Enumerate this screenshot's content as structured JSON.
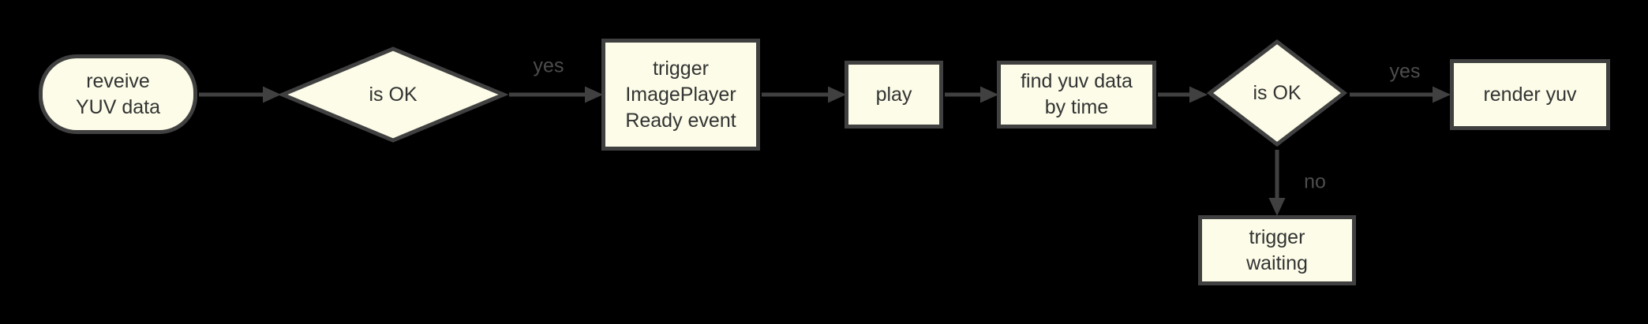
{
  "diagram": {
    "type": "flowchart",
    "colors": {
      "background": "#000000",
      "node_fill": "#FCFCE8",
      "node_border": "#404040",
      "node_text": "#333333",
      "edge": "#404040",
      "edge_label": "#4D4D4D"
    },
    "nodes": {
      "receive_yuv": {
        "shape": "stadium",
        "label": "reveive\nYUV data"
      },
      "is_ok_1": {
        "shape": "diamond",
        "label": "is OK"
      },
      "trigger_ready": {
        "shape": "rect",
        "label": "trigger\nImagePlayer\nReady event"
      },
      "play": {
        "shape": "rect",
        "label": "play"
      },
      "find_yuv": {
        "shape": "rect",
        "label": "find yuv data\nby time"
      },
      "is_ok_2": {
        "shape": "diamond",
        "label": "is OK"
      },
      "render_yuv": {
        "shape": "rect",
        "label": "render yuv"
      },
      "trigger_waiting": {
        "shape": "rect",
        "label": "trigger\nwaiting"
      }
    },
    "edge_labels": {
      "yes_1": "yes",
      "yes_2": "yes",
      "no_1": "no"
    },
    "edges": [
      {
        "from": "receive_yuv",
        "to": "is_ok_1",
        "label": ""
      },
      {
        "from": "is_ok_1",
        "to": "trigger_ready",
        "label": "yes"
      },
      {
        "from": "trigger_ready",
        "to": "play",
        "label": ""
      },
      {
        "from": "play",
        "to": "find_yuv",
        "label": ""
      },
      {
        "from": "find_yuv",
        "to": "is_ok_2",
        "label": ""
      },
      {
        "from": "is_ok_2",
        "to": "render_yuv",
        "label": "yes"
      },
      {
        "from": "is_ok_2",
        "to": "trigger_waiting",
        "label": "no"
      }
    ]
  }
}
